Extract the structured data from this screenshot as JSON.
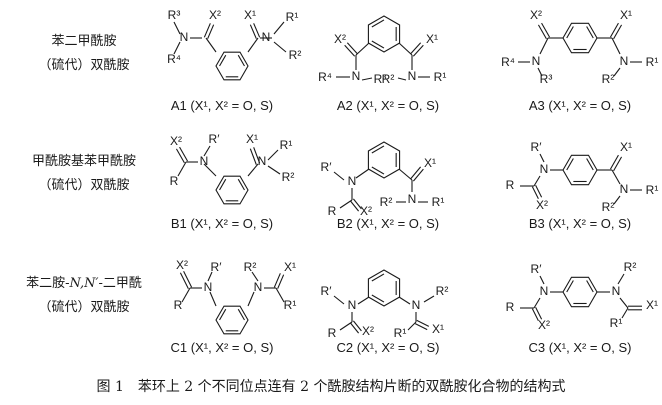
{
  "row_labels": [
    {
      "line1": "苯二甲酰胺",
      "line2": "（硫代）双酰胺"
    },
    {
      "line1": "甲酰胺基苯甲酰胺",
      "line2": "（硫代）双酰胺"
    },
    {
      "line1_pre": "苯二胺-",
      "line1_em": "N,N′",
      "line1_post": "-二甲酰",
      "line2": "（硫代）双酰胺"
    }
  ],
  "compounds": [
    {
      "id": "A1",
      "caption": "A1 (X¹, X² = O, S)"
    },
    {
      "id": "A2",
      "caption": "A2 (X¹, X² = O, S)"
    },
    {
      "id": "A3",
      "caption": "A3 (X¹, X² = O, S)"
    },
    {
      "id": "B1",
      "caption": "B1 (X¹, X² = O, S)"
    },
    {
      "id": "B2",
      "caption": "B2 (X¹, X² = O, S)"
    },
    {
      "id": "B3",
      "caption": "B3 (X¹, X² = O, S)"
    },
    {
      "id": "C1",
      "caption": "C1 (X¹, X² = O, S)"
    },
    {
      "id": "C2",
      "caption": "C2 (X¹, X² = O, S)"
    },
    {
      "id": "C3",
      "caption": "C3 (X¹, X² = O, S)"
    }
  ],
  "atoms": {
    "N": "N",
    "R": "R",
    "Rp": "R′",
    "X1": "X¹",
    "X2": "X²",
    "R1": "R¹",
    "R2": "R²",
    "R3": "R³",
    "R4": "R⁴"
  },
  "caption": {
    "number": "图 1",
    "text": "苯环上 2 个不同位点连有 2 个酰胺结构片断的双酰胺化合物的结构式"
  }
}
